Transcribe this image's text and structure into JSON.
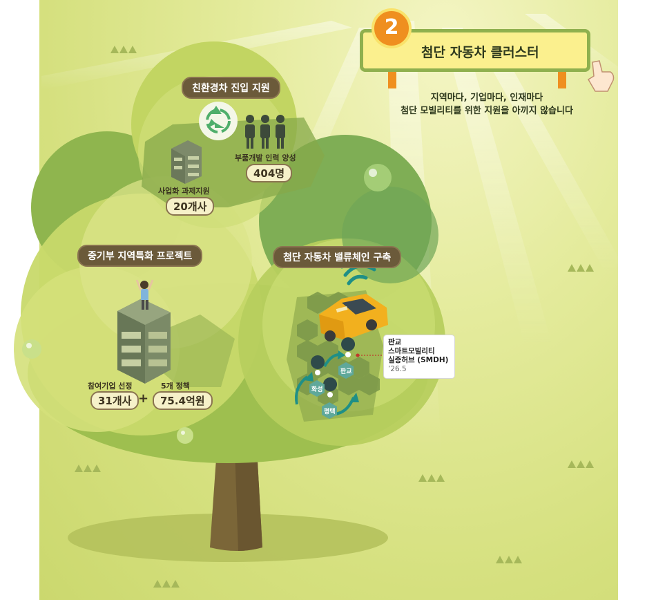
{
  "header": {
    "badge_number": "2",
    "title": "첨단 자동차 클러스터",
    "subtitle_line1": "지역마다, 기업마다, 인재마다",
    "subtitle_line2": "첨단 모빌리티를 위한 지원을 아끼지 않습니다"
  },
  "sections": {
    "eco": {
      "heading": "친환경차 진입 지원",
      "stat1_label": "사업화 과제지원",
      "stat1_value": "20개사",
      "stat2_label": "부품개발 인력 양성",
      "stat2_value": "404명"
    },
    "regional": {
      "heading": "중기부 지역특화 프로젝트",
      "stat1_label": "참여기업 선정",
      "stat1_value": "31개사",
      "stat2_label": "5개 정책",
      "stat2_value": "75.4억원",
      "plus": "+"
    },
    "valuechain": {
      "heading": "첨단 자동차 밸류체인 구축",
      "locations": [
        "판교",
        "화성",
        "평택"
      ],
      "callout_line1": "판교",
      "callout_line2": "스마트모빌리티",
      "callout_line3": "실증허브 (SMDH)",
      "callout_date": "’26.5"
    }
  },
  "colors": {
    "background": "#dbe48a",
    "foliage": "#b3cc5c",
    "trunk": "#7b6638",
    "badge": "#ef8f1f",
    "sign": "#fbf08e",
    "pin": "#2e4a4a",
    "arrow": "#1f8f86"
  },
  "icons": [
    "recycle-icon",
    "people-icon",
    "building-icon",
    "car-icon",
    "wifi-icon",
    "location-pin-icon",
    "hand-pointer-icon",
    "grass-tuft-icon"
  ]
}
